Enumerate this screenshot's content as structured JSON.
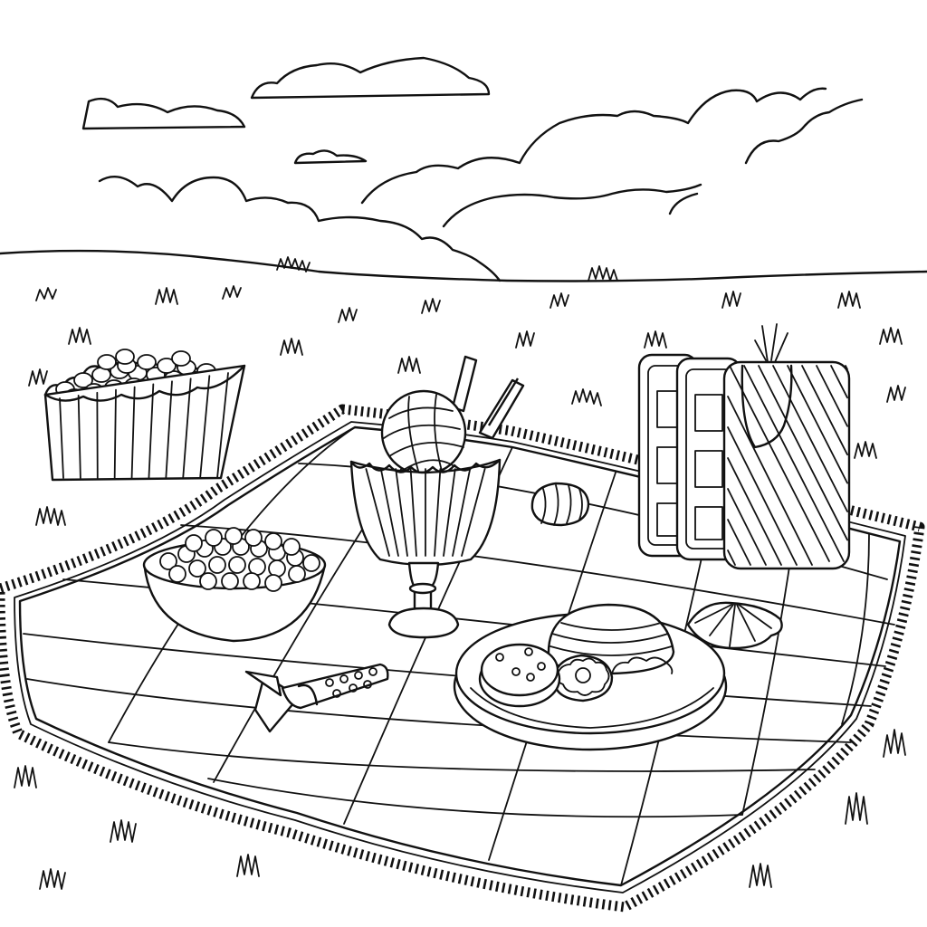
{
  "scene": {
    "type": "coloring-page illustration",
    "palette": {
      "ink": "#111111",
      "paper": "#ffffff"
    },
    "objects": [
      "cloud",
      "hill-horizon",
      "grass-tuft",
      "picnic-blanket",
      "popcorn-box",
      "candy-bowl",
      "sundae-glass",
      "picnic-basket",
      "dessert-plate",
      "wrapped-candy",
      "candy-egg",
      "candy-shell"
    ]
  }
}
